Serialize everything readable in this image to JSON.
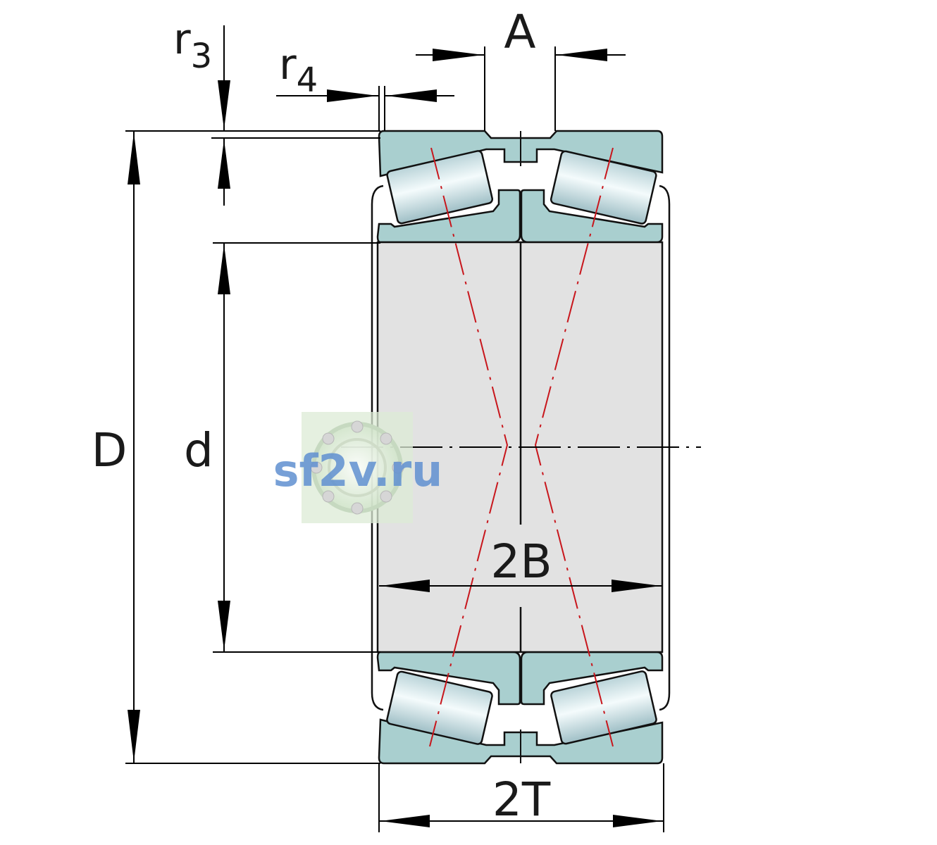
{
  "diagram": {
    "labels": {
      "A": "A",
      "r3_base": "r",
      "r3_sub": "3",
      "r4_base": "r",
      "r4_sub": "4",
      "D": "D",
      "d": "d",
      "twoB": "2B",
      "twoT": "2T"
    },
    "watermark": {
      "text": "sf2v.ru"
    },
    "colors": {
      "ring_fill": "#a9cfcf",
      "bore_fill": "#e2e2e2",
      "axis_red": "#c8161c",
      "watermark_blue": "#5f8fd0",
      "watermark_bg": "#dcebd6"
    }
  }
}
